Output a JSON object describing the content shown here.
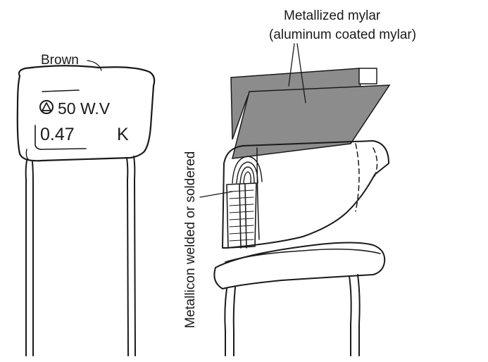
{
  "labels": {
    "brown": "Brown",
    "mylar_line1": "Metallized mylar",
    "mylar_line2": "(aluminum coated mylar)",
    "metallicon": "Metallicon welded or soldered"
  },
  "capacitor_marking": {
    "voltage": "50 W.V",
    "capacitance": "0.47",
    "tolerance": "K"
  },
  "colors": {
    "ink": "#1a1a1a",
    "mylar_fill": "#8c8c8c",
    "paper": "#ffffff"
  }
}
